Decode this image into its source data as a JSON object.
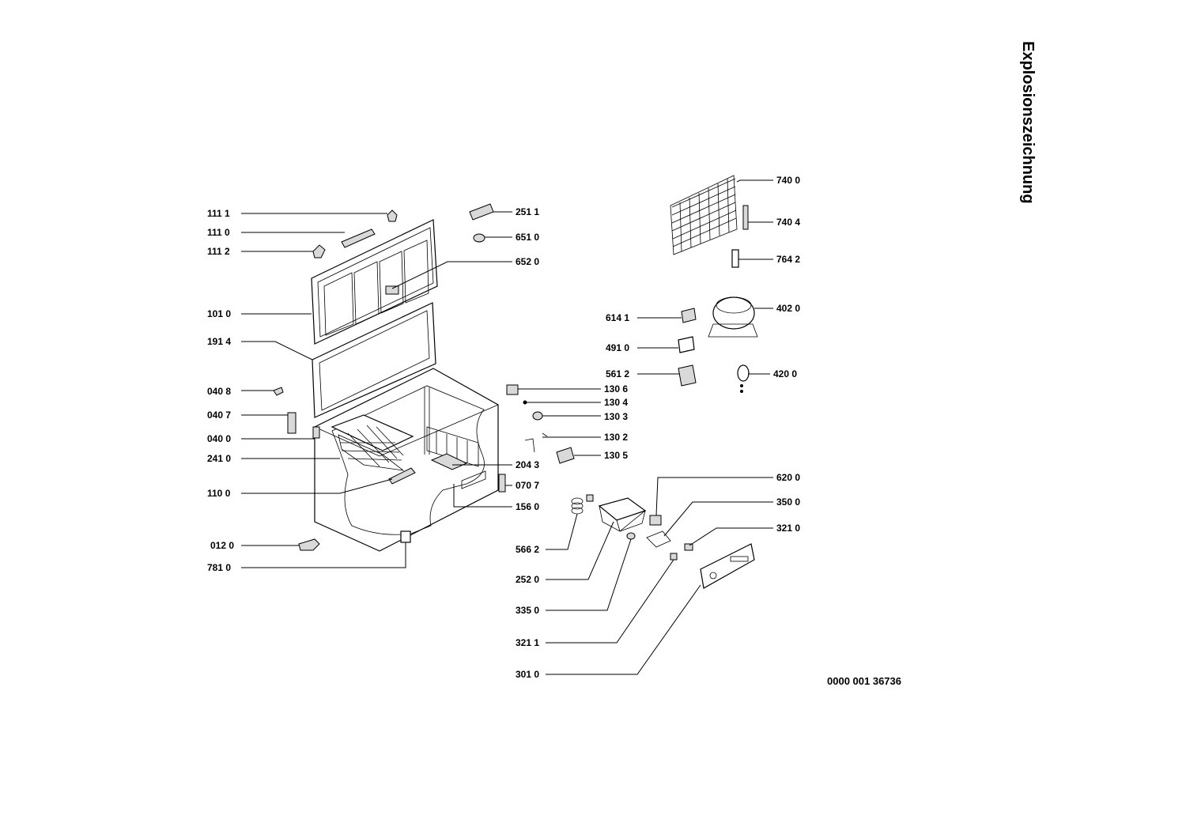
{
  "title": "Explosionszeichnung",
  "document_number": "0000 001 36736",
  "labels": [
    "111 1",
    "111 0",
    "111 2",
    "101 0",
    "191 4",
    "040 8",
    "040 7",
    "040 0",
    "241 0",
    "110 0",
    "012 0",
    "781 0",
    "251 1",
    "651 0",
    "652 0",
    "130 6",
    "130 4",
    "130 3",
    "130 2",
    "130 5",
    "204 3",
    "070 7",
    "156 0",
    "566 2",
    "252 0",
    "335 0",
    "321 1",
    "301 0",
    "740 0",
    "740 4",
    "764 2",
    "614 1",
    "402 0",
    "491 0",
    "561 2",
    "420 0",
    "620 0",
    "350 0",
    "321 0"
  ]
}
